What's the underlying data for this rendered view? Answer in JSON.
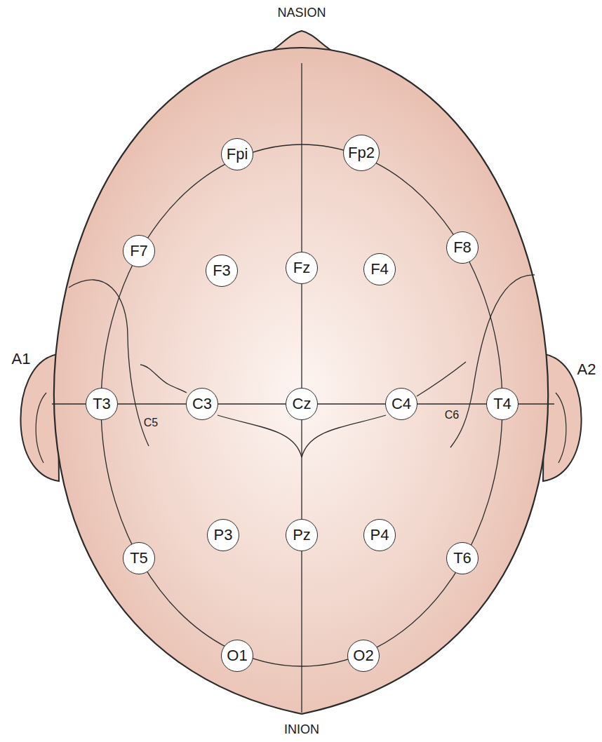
{
  "diagram": {
    "nodes": [
      {
        "text": [
          "Fpi"
        ]
      },
      {
        "text": [
          "Fp2"
        ]
      },
      {
        "text": [
          "F7"
        ]
      },
      {
        "text": [
          "F3"
        ]
      },
      {
        "text": [
          "Fz"
        ]
      },
      {
        "text": [
          "F4"
        ]
      },
      {
        "text": [
          "F8"
        ]
      },
      {
        "text": [
          "T3"
        ]
      },
      {
        "text": [
          "C3"
        ]
      },
      {
        "text": [
          "Cz"
        ]
      },
      {
        "text": [
          "C4"
        ]
      },
      {
        "text": [
          "T4"
        ]
      },
      {
        "text": [
          "P3"
        ]
      },
      {
        "text": [
          "Pz"
        ]
      },
      {
        "text": [
          "P4"
        ]
      },
      {
        "text": [
          "T5"
        ]
      },
      {
        "text": [
          "T6"
        ]
      },
      {
        "text": [
          "O1"
        ]
      },
      {
        "text": [
          "O2"
        ]
      }
    ],
    "labels": [
      "NASION",
      "A1",
      "A2",
      "C5",
      "C6",
      "INION"
    ]
  }
}
